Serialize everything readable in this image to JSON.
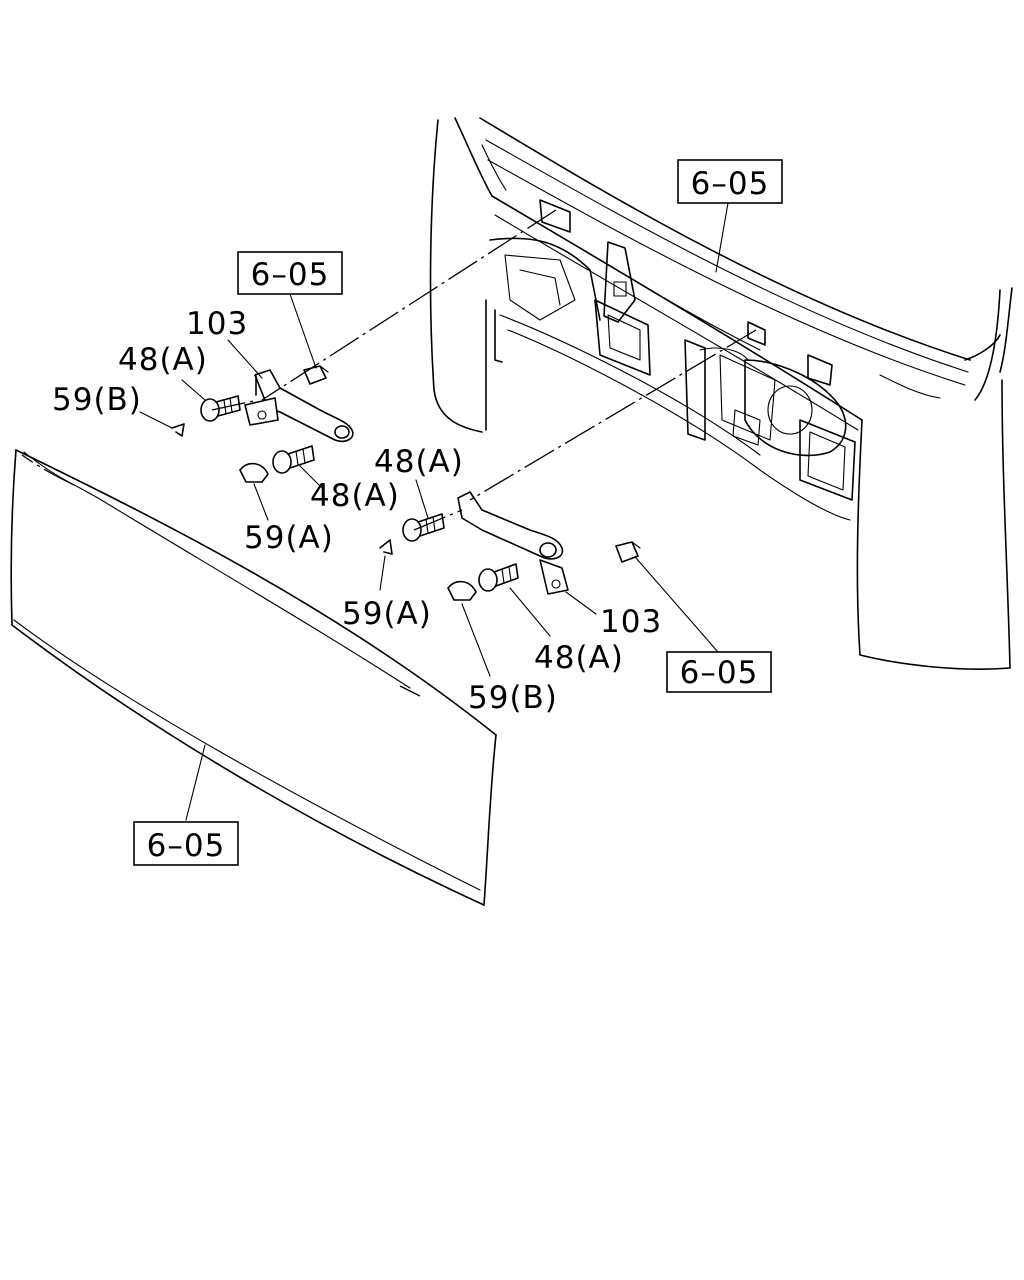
{
  "diagram": {
    "ref_boxes": [
      {
        "id": "ref-top-right",
        "text": "6–05"
      },
      {
        "id": "ref-top-left",
        "text": "6–05"
      },
      {
        "id": "ref-mid-right",
        "text": "6–05"
      },
      {
        "id": "ref-bottom-left",
        "text": "6–05"
      }
    ],
    "part_labels": {
      "p103_left": "103",
      "p48a_left_top": "48(A)",
      "p59b_left": "59(B)",
      "p48a_left_bottom": "48(A)",
      "p59a_left": "59(A)",
      "p48a_right_top": "48(A)",
      "p59a_right": "59(A)",
      "p103_right": "103",
      "p48a_right_bottom": "48(A)",
      "p59b_right": "59(B)"
    }
  }
}
